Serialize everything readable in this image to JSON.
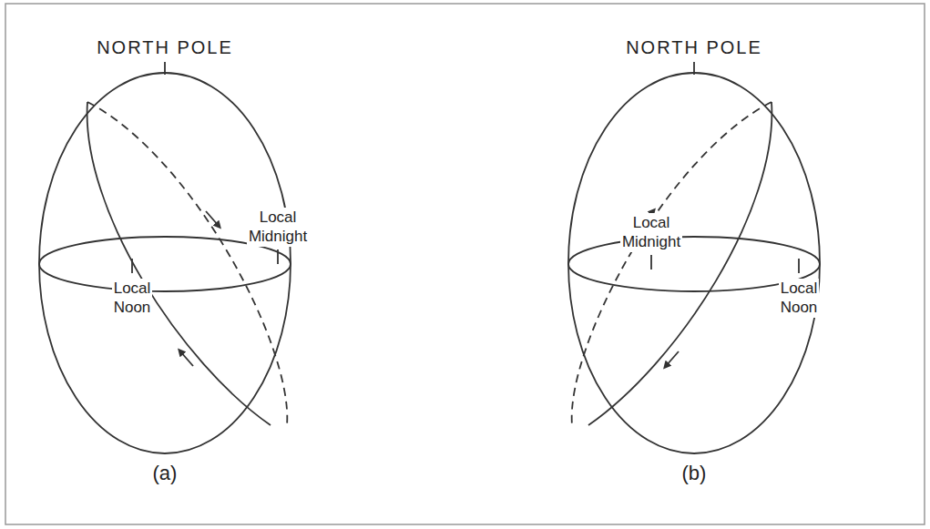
{
  "diagram": {
    "labels": [
      "NORTH POLE",
      "Local Midnight",
      "Local Noon",
      "(a)",
      "NORTH POLE",
      "Local Midnight",
      "Local Noon",
      "(b)"
    ]
  }
}
